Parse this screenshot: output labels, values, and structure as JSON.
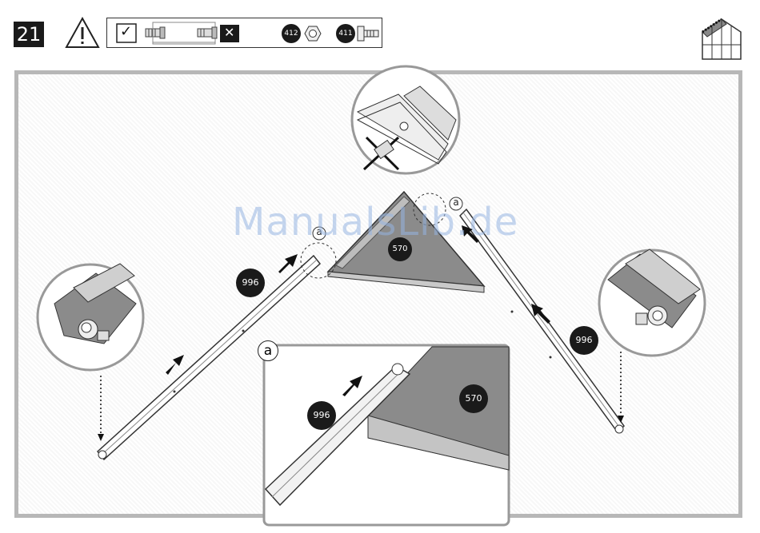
{
  "header": {
    "step_number": "21",
    "warning_icon": "exclamation-triangle-icon",
    "correct_mark": "✓",
    "wrong_mark": "✕",
    "parts": [
      {
        "code": "412",
        "icon": "nut-icon"
      },
      {
        "code": "411",
        "icon": "bolt-icon"
      }
    ],
    "overview_icon": "greenhouse-icon"
  },
  "diagram": {
    "left_profile_label": "996",
    "right_profile_label": "996",
    "panel_label": "570",
    "detail_marker_left": "a",
    "detail_marker_right": "a"
  },
  "detail_a": {
    "label": "a",
    "profile_label": "996",
    "panel_label": "570"
  },
  "watermark": "ManualsLib.de"
}
